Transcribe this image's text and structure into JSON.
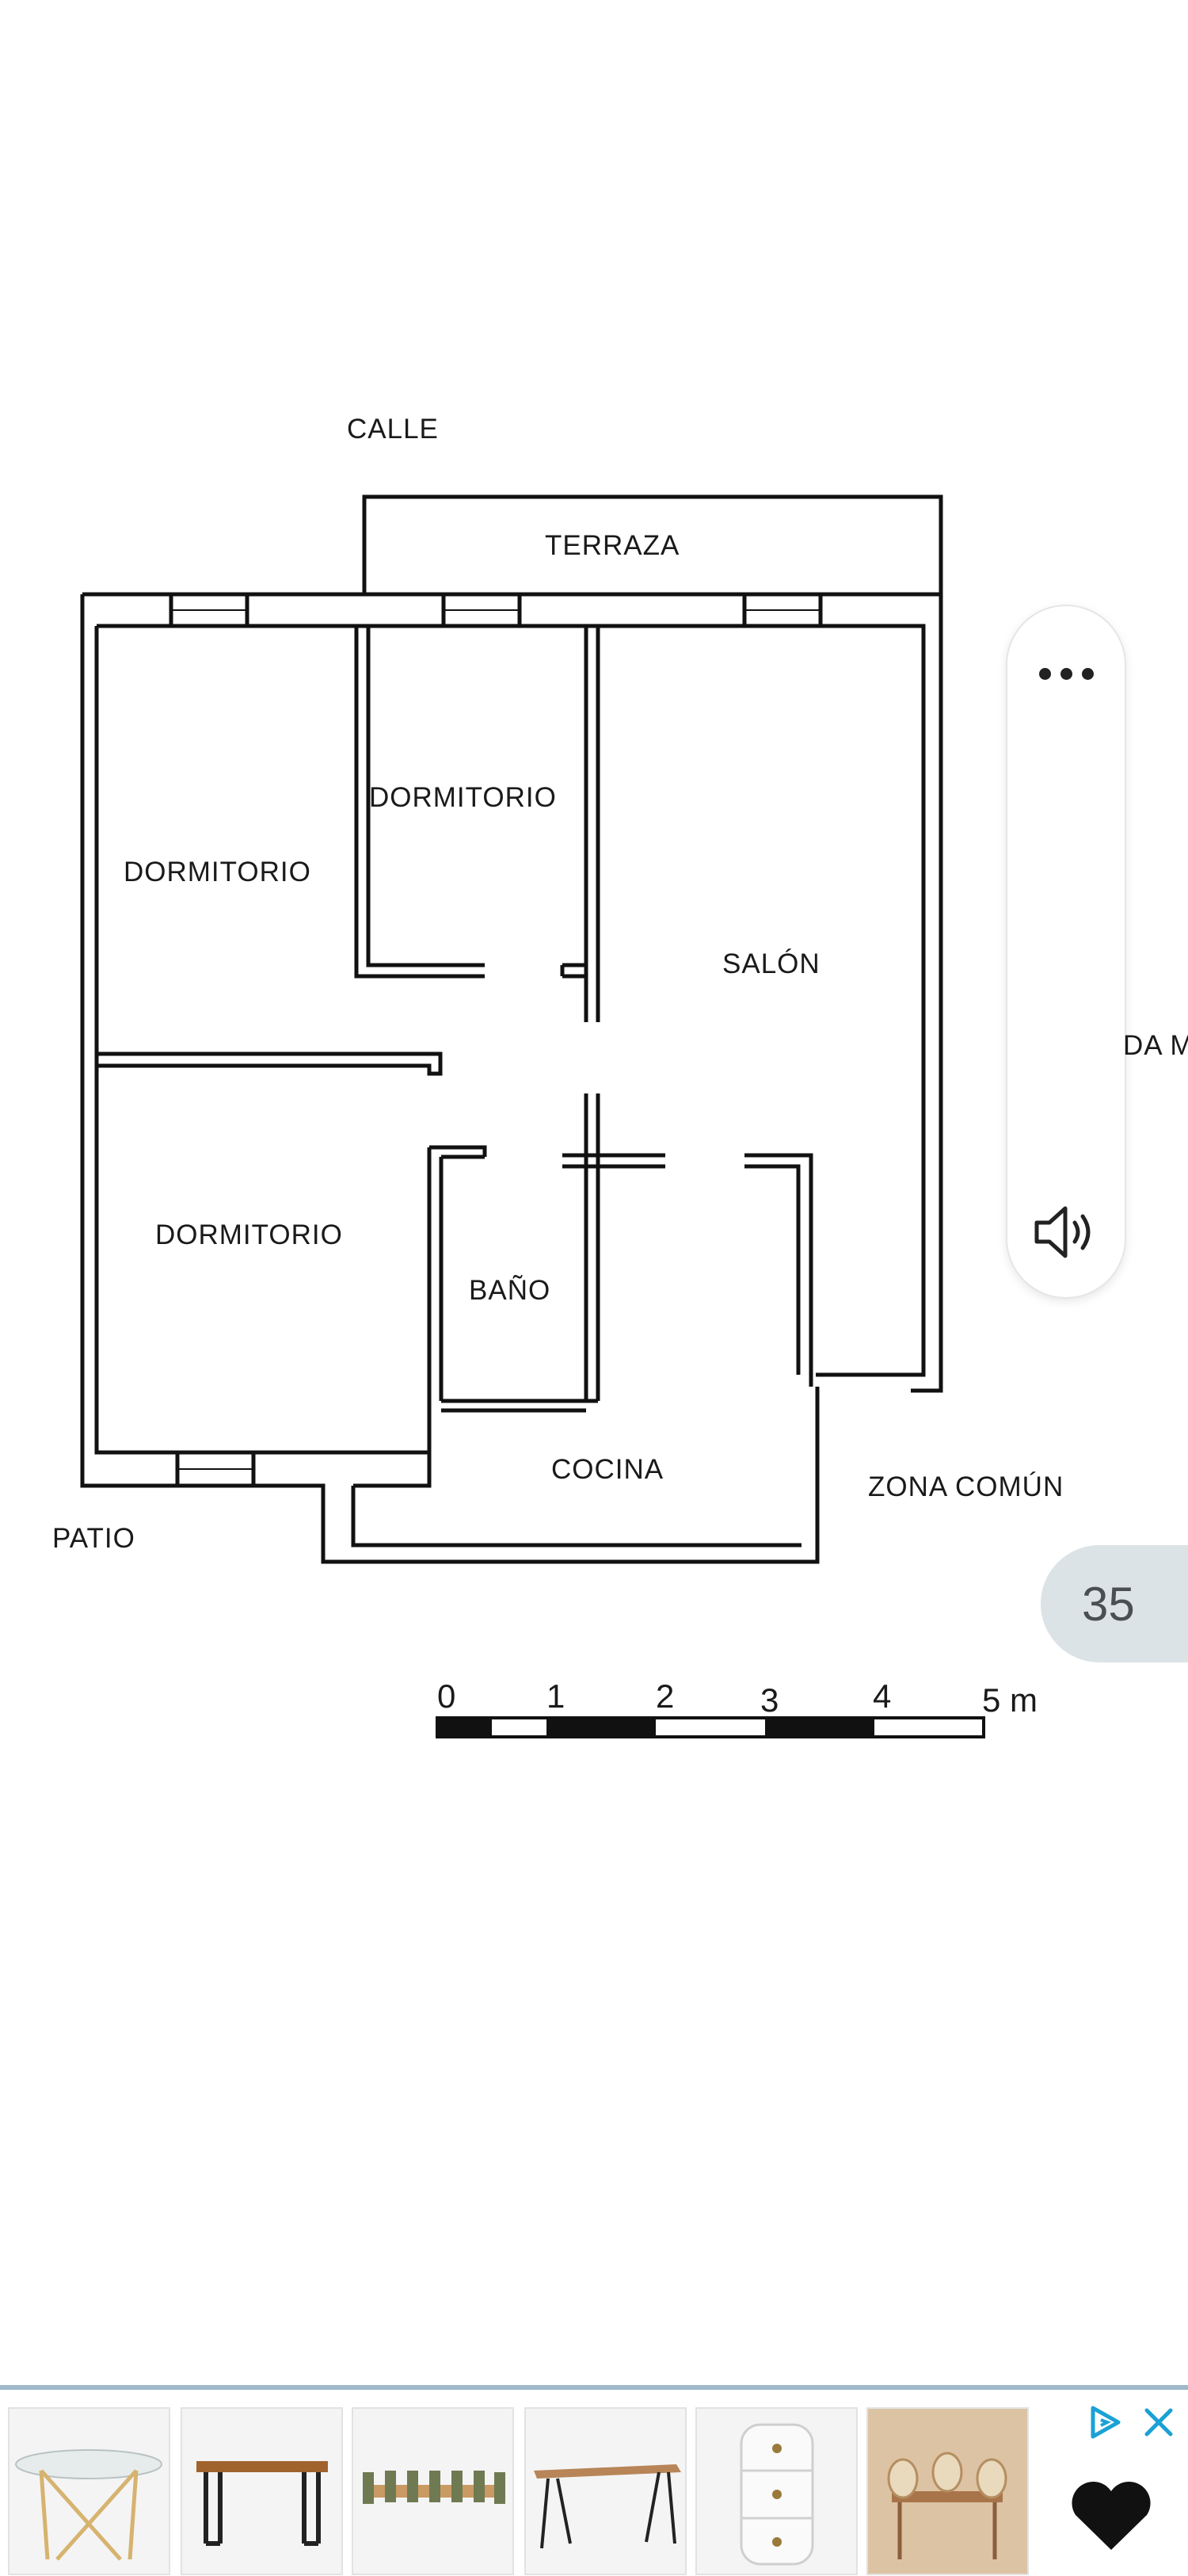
{
  "floor_plan": {
    "labels": {
      "street": "CALLE",
      "terrace": "TERRAZA",
      "bedroom_top": "DORMITORIO",
      "bedroom_left": "DORMITORIO",
      "living_room": "SALÓN",
      "bedroom_bottom": "DORMITORIO",
      "bathroom": "BAÑO",
      "kitchen": "COCINA",
      "common_area": "ZONA COMÚN",
      "patio": "PATIO"
    },
    "scale_bar": {
      "ticks": [
        "0",
        "1",
        "2",
        "3",
        "4",
        "5 m"
      ]
    }
  },
  "side_panel": {
    "more_icon": "more-horizontal-icon",
    "sound_icon": "speaker-volume-icon"
  },
  "cutoff_label": "DA M",
  "page_badge": "35",
  "ad": {
    "items": [
      {
        "name": "round-glass-table"
      },
      {
        "name": "wood-black-leg-table"
      },
      {
        "name": "long-dining-set"
      },
      {
        "name": "rectangular-wood-table"
      },
      {
        "name": "white-round-cabinet"
      },
      {
        "name": "rattan-chairs-dining-set"
      }
    ],
    "icons": {
      "choices": "ad-choices-icon",
      "close": "close-icon",
      "save": "heart-icon"
    },
    "colors": {
      "accent": "#1aa1d6",
      "border": "#9fb9c9"
    }
  }
}
